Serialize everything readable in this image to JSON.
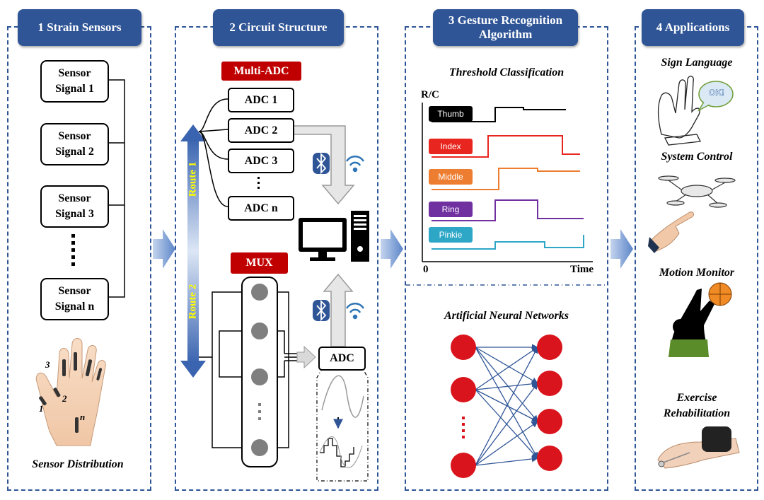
{
  "panels": {
    "strain": {
      "title": "1 Strain Sensors"
    },
    "circuit": {
      "title": "2 Circuit Structure"
    },
    "gesture": {
      "title": "3 Gesture Recognition\nAlgorithm"
    },
    "apps": {
      "title": "4 Applications"
    }
  },
  "sensors": [
    "Sensor\nSignal 1",
    "Sensor\nSignal 2",
    "Sensor\nSignal 3",
    "Sensor\nSignal n"
  ],
  "sensor_distribution": {
    "caption": "Sensor Distribution",
    "marks": [
      "3",
      "2",
      "1",
      "n"
    ]
  },
  "circuit": {
    "multi_adc": "Multi-ADC",
    "adcs": [
      "ADC 1",
      "ADC 2",
      "ADC 3",
      "ADC n"
    ],
    "mux": "MUX",
    "adc": "ADC",
    "route1": "Route 1",
    "route2": "Route 2"
  },
  "threshold": {
    "title": "Threshold Classification",
    "ylabel": "R/C",
    "xlabel": "Time",
    "origin": "0",
    "fingers": [
      {
        "name": "Thumb",
        "color": "#000000"
      },
      {
        "name": "Index",
        "color": "#e8251f"
      },
      {
        "name": "Middle",
        "color": "#ed7d31"
      },
      {
        "name": "Ring",
        "color": "#7030a0"
      },
      {
        "name": "Pinkie",
        "color": "#2ea7c7"
      }
    ]
  },
  "ann": {
    "title": "Artificial Neural Networks"
  },
  "applications": [
    {
      "title": "Sign Language",
      "bubble": "OK!"
    },
    {
      "title": "System Control"
    },
    {
      "title": "Motion Monitor"
    },
    {
      "title": "Exercise\nRehabilitation"
    }
  ],
  "colors": {
    "accent": "#2f5597",
    "red": "#c00000",
    "neuron": "#d9141c",
    "edge": "#2f5597"
  }
}
